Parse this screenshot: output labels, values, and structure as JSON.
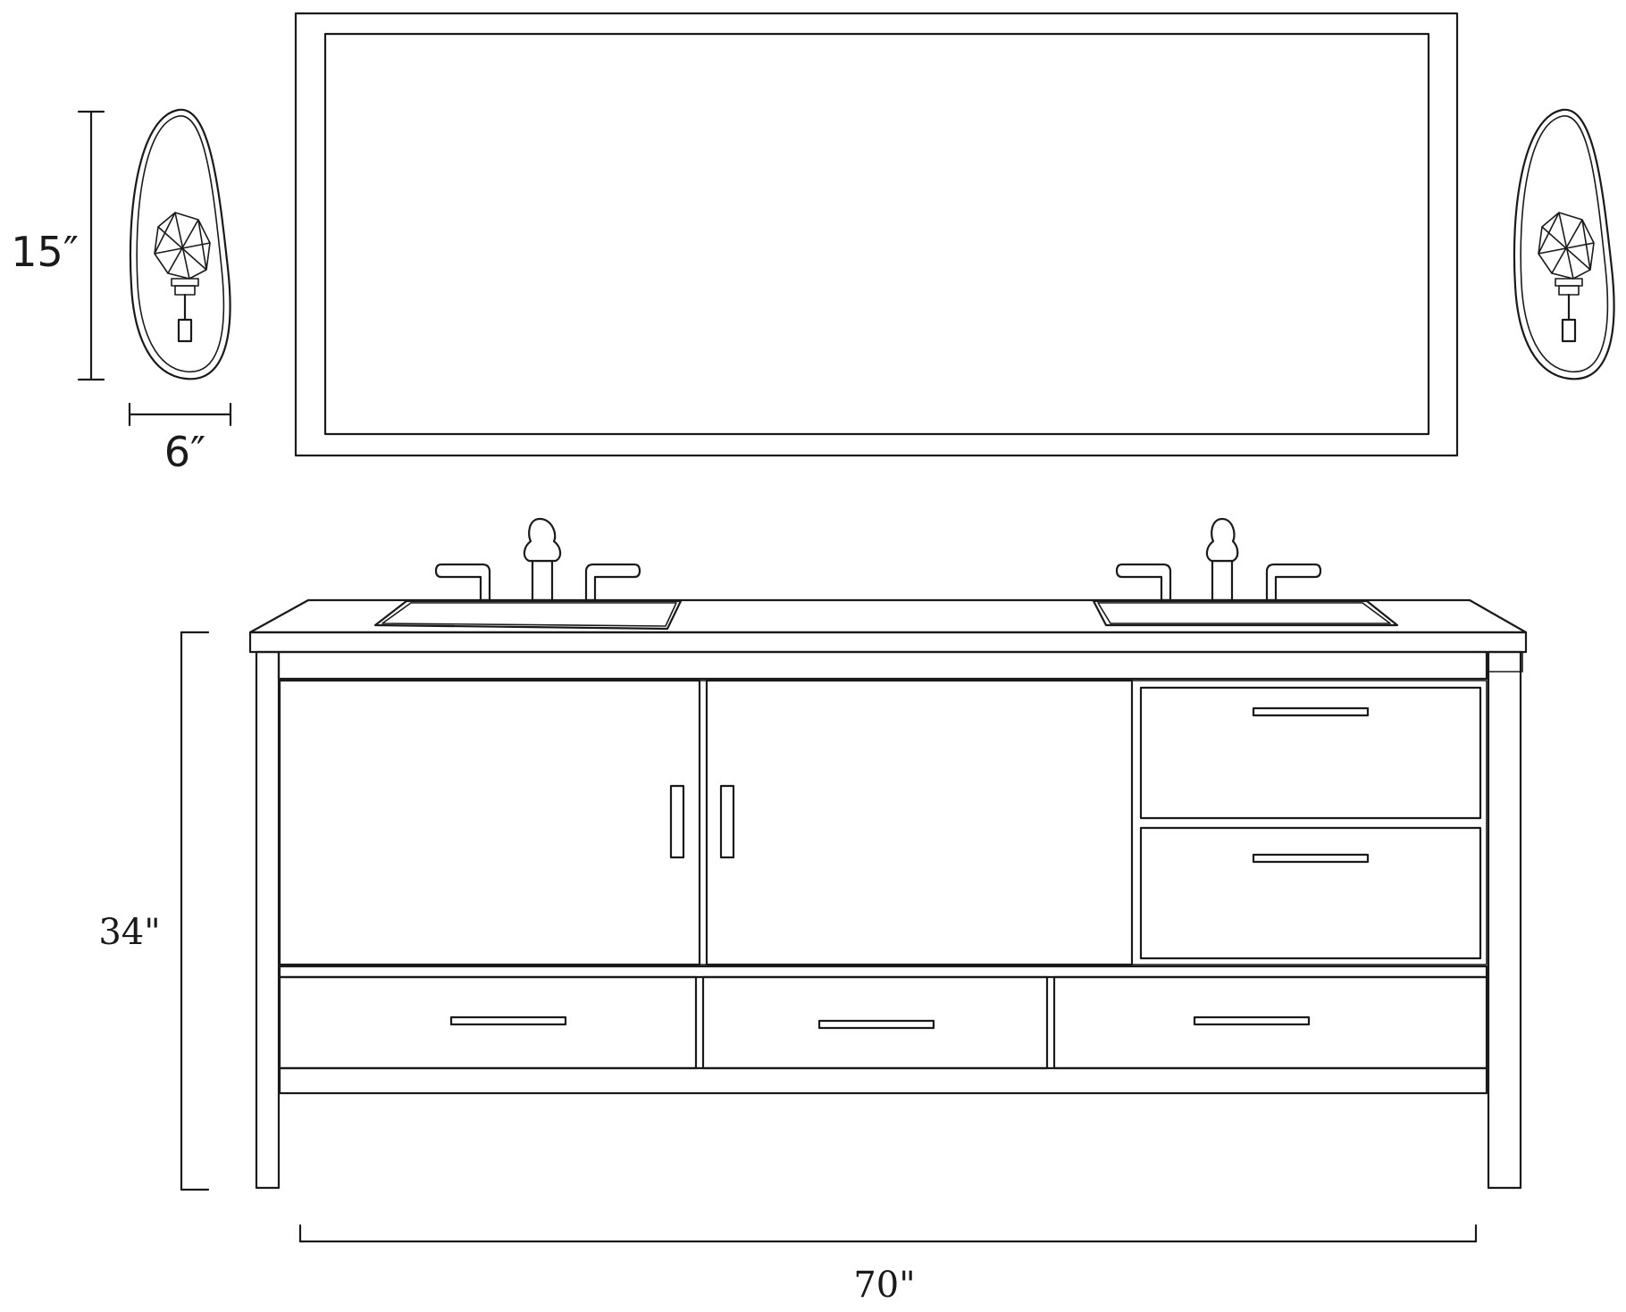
{
  "dimensions": {
    "sconce_height": "15″",
    "sconce_width": "6″",
    "vanity_height": "34\"",
    "vanity_width": "70\""
  },
  "elements": {
    "mirror": "rectangular-mirror",
    "sconces": [
      "left-wall-sconce",
      "right-wall-sconce"
    ],
    "vanity": "double-sink-vanity"
  }
}
